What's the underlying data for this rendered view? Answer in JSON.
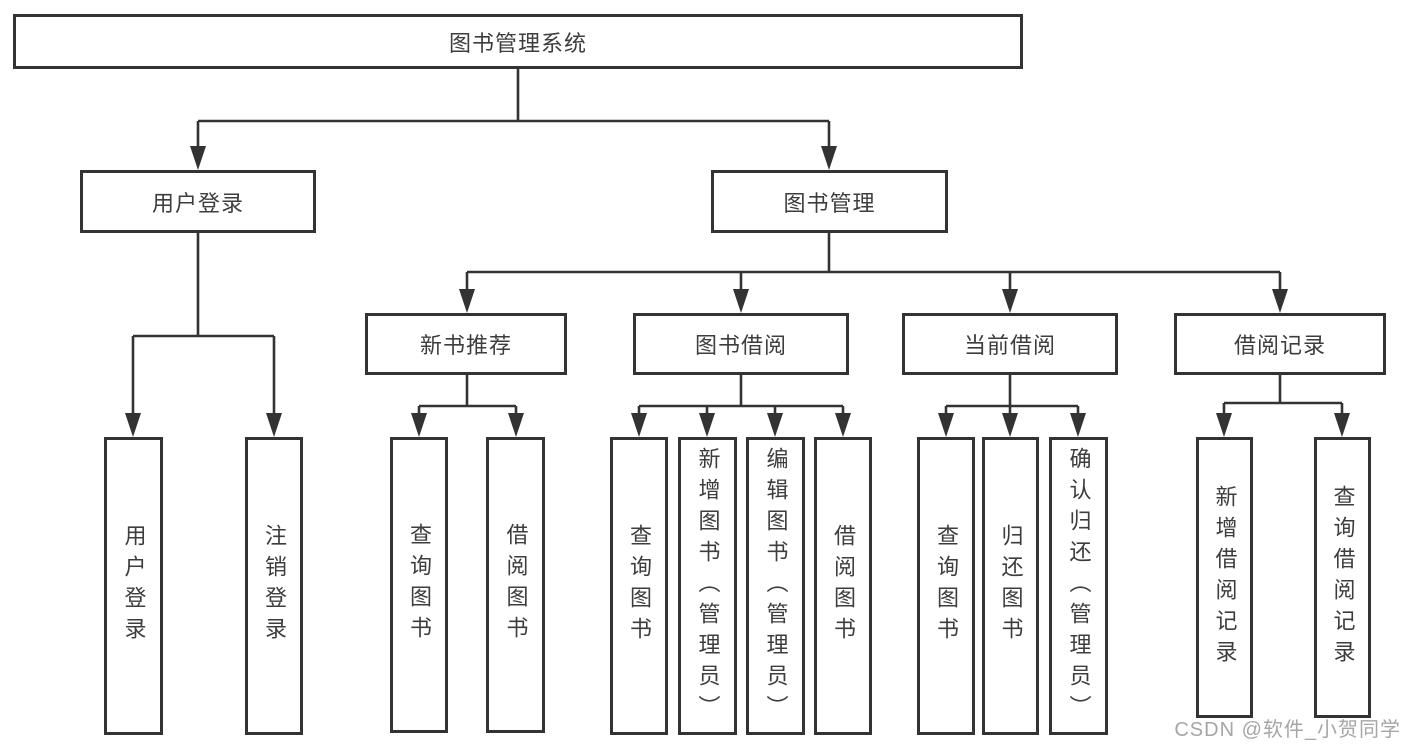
{
  "colors": {
    "line": "#333333",
    "text": "#3d3d3d",
    "watermark": "#a6a6a6",
    "background": "#ffffff"
  },
  "watermark": "CSDN @软件_小贺同学",
  "tree": {
    "root": {
      "label": "图书管理系统",
      "children": [
        {
          "label": "用户登录",
          "children": [
            {
              "label": "用户登录"
            },
            {
              "label": "注销登录"
            }
          ]
        },
        {
          "label": "图书管理",
          "children": [
            {
              "label": "新书推荐",
              "children": [
                {
                  "label": "查询图书"
                },
                {
                  "label": "借阅图书"
                }
              ]
            },
            {
              "label": "图书借阅",
              "children": [
                {
                  "label": "查询图书"
                },
                {
                  "label": "新增图书（管理员）"
                },
                {
                  "label": "编辑图书（管理员）"
                },
                {
                  "label": "借阅图书"
                }
              ]
            },
            {
              "label": "当前借阅",
              "children": [
                {
                  "label": "查询图书"
                },
                {
                  "label": "归还图书"
                },
                {
                  "label": "确认归还（管理员）"
                }
              ]
            },
            {
              "label": "借阅记录",
              "children": [
                {
                  "label": "新增借阅记录"
                },
                {
                  "label": "查询借阅记录"
                }
              ]
            }
          ]
        }
      ]
    }
  }
}
